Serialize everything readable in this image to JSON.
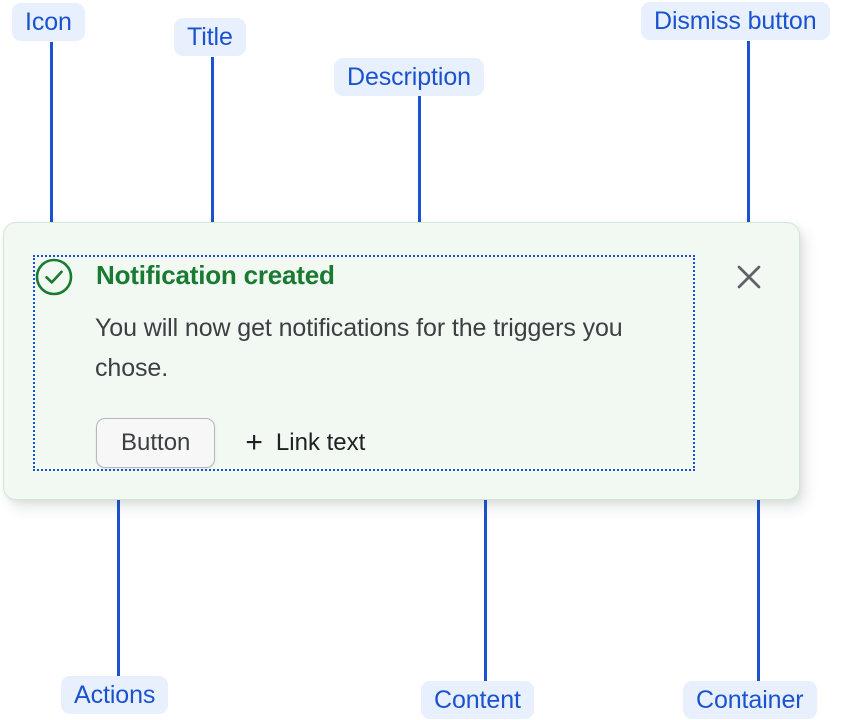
{
  "annotations": [
    {
      "key": "icon",
      "label": "Icon"
    },
    {
      "key": "title",
      "label": "Title"
    },
    {
      "key": "description",
      "label": "Description"
    },
    {
      "key": "dismiss",
      "label": "Dismiss button"
    },
    {
      "key": "actions",
      "label": "Actions"
    },
    {
      "key": "content",
      "label": "Content"
    },
    {
      "key": "container",
      "label": "Container"
    }
  ],
  "notification": {
    "status": "success",
    "icon_name": "check-circle-icon",
    "title": "Notification created",
    "description": "You will now get notifications for the triggers you chose.",
    "button_label": "Button",
    "link_plus_glyph": "+",
    "link_label": "Link text",
    "dismiss_icon_name": "close-icon"
  },
  "colors": {
    "annotation_text": "#1a53d0",
    "annotation_bg": "#e9f0fd",
    "card_bg": "#f1f9f2",
    "card_border": "#cfe7d4",
    "success_green": "#197a31",
    "body_text": "#3c4043",
    "dismiss_gray": "#5f6368"
  }
}
